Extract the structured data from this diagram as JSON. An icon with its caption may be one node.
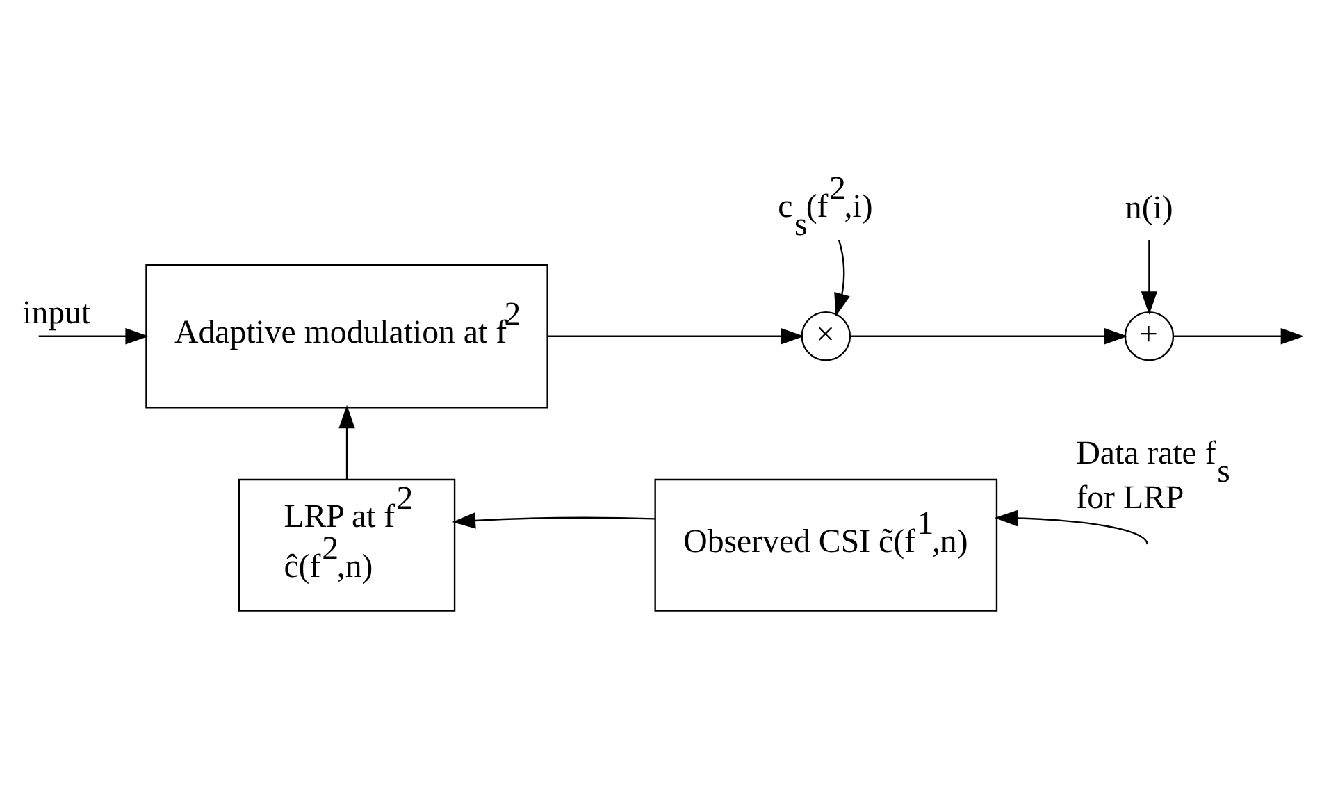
{
  "diagram": {
    "nodes": [
      {
        "text": [
          "Adaptive modulation at f$^{2}$"
        ]
      },
      {
        "text": [
          "×"
        ]
      },
      {
        "text": [
          "+"
        ]
      },
      {
        "text": [
          "LRP at f$^{2}$",
          "ĉ(f$^{2}$,n)"
        ]
      },
      {
        "text": [
          "Observed CSI c̃(f$^{1}$,n)"
        ]
      },
      {
        "text": [
          "c$_{s}$(f$^{2}$,i)"
        ]
      },
      {
        "text": [
          "n(i)"
        ]
      }
    ],
    "edges": [
      {
        "from": null,
        "to": 0,
        "arrow": "to",
        "label": "input"
      },
      {
        "from": 0,
        "to": 1,
        "arrow": "to"
      },
      {
        "from": 5,
        "to": 1,
        "arrow": "to"
      },
      {
        "from": 1,
        "to": 2,
        "arrow": "to"
      },
      {
        "from": 6,
        "to": 2,
        "arrow": "to"
      },
      {
        "from": 2,
        "to": null,
        "arrow": "to"
      },
      {
        "from": 4,
        "to": 3,
        "arrow": "to"
      },
      {
        "from": 3,
        "to": 0,
        "arrow": "to"
      },
      {
        "from": null,
        "to": 4,
        "arrow": "to",
        "label": "Data rate f$_{s}$ for LRP"
      }
    ]
  }
}
